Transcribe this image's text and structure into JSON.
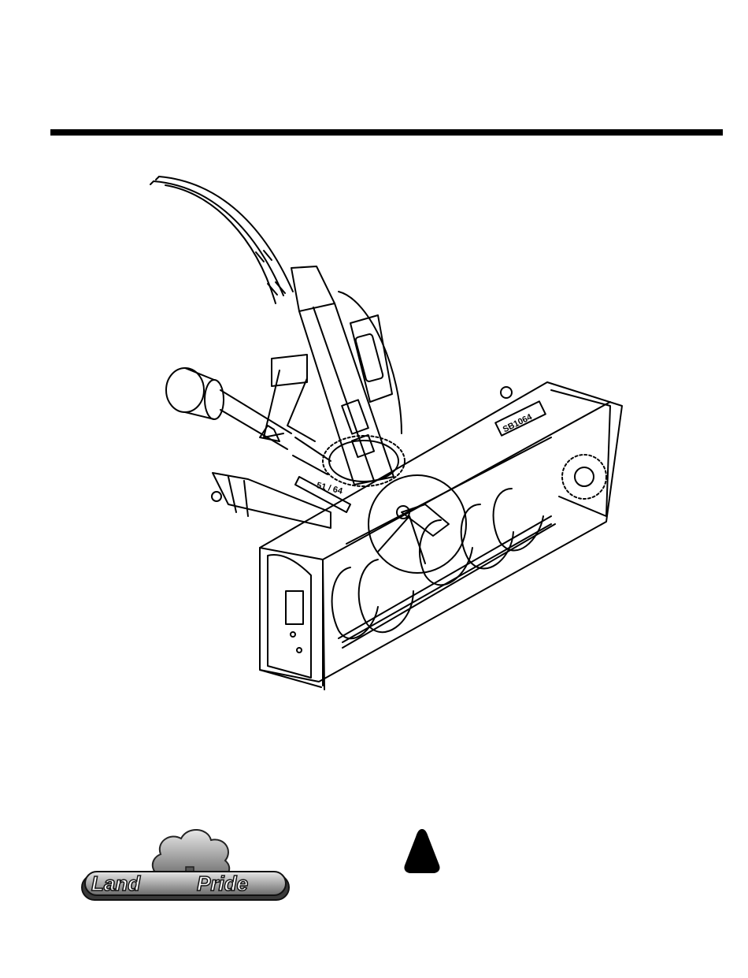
{
  "illustration": {
    "subject": "snow-blower-icon",
    "decal_label": "51 / 64",
    "side_decal": "SB1064"
  },
  "brand": {
    "word1": "Land",
    "word2": "Pride"
  },
  "warning": {
    "icon": "warning-triangle-icon",
    "color": "#000000"
  }
}
